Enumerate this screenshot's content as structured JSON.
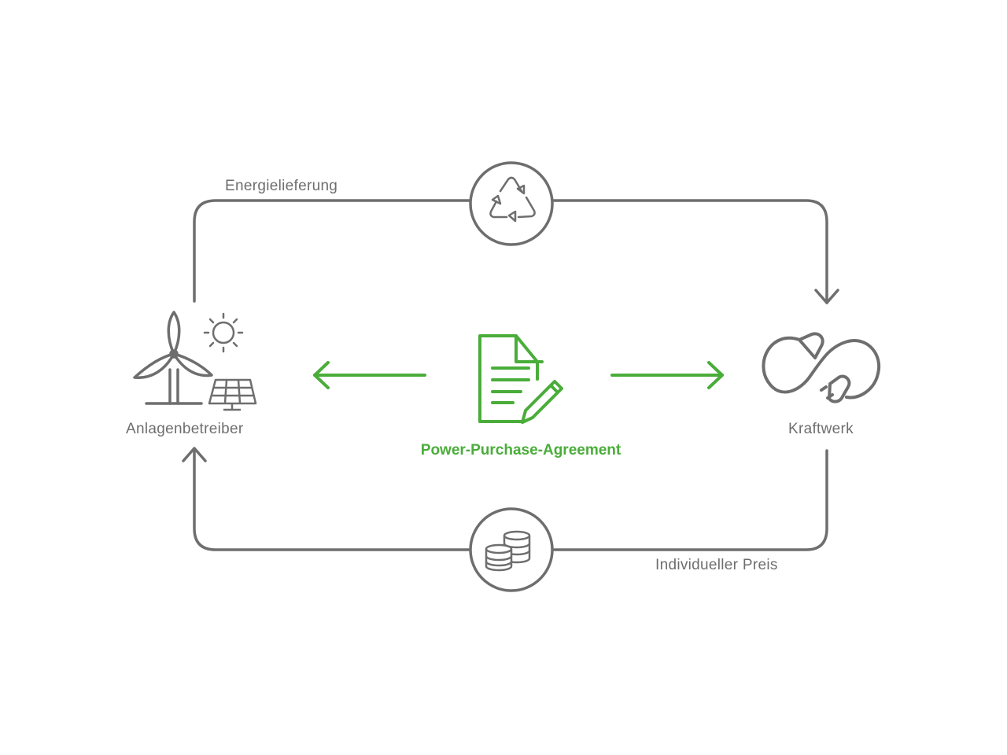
{
  "diagram": {
    "flow_top_label": "Energielieferung",
    "flow_bottom_label": "Individueller Preis",
    "left_party": "Anlagenbetreiber",
    "right_party": "Kraftwerk",
    "center_label": "Power-Purchase-Agreement"
  },
  "icons": {
    "top_circle": "recycle-icon",
    "bottom_circle": "coins-icon",
    "left": [
      "wind-turbine-icon",
      "sun-icon",
      "solar-panel-icon"
    ],
    "right": "power-plug-icon",
    "center": "contract-document-icon"
  },
  "colors": {
    "line": "#6e6e6e",
    "accent": "#4aad3a",
    "text": "#6e6e6e"
  }
}
